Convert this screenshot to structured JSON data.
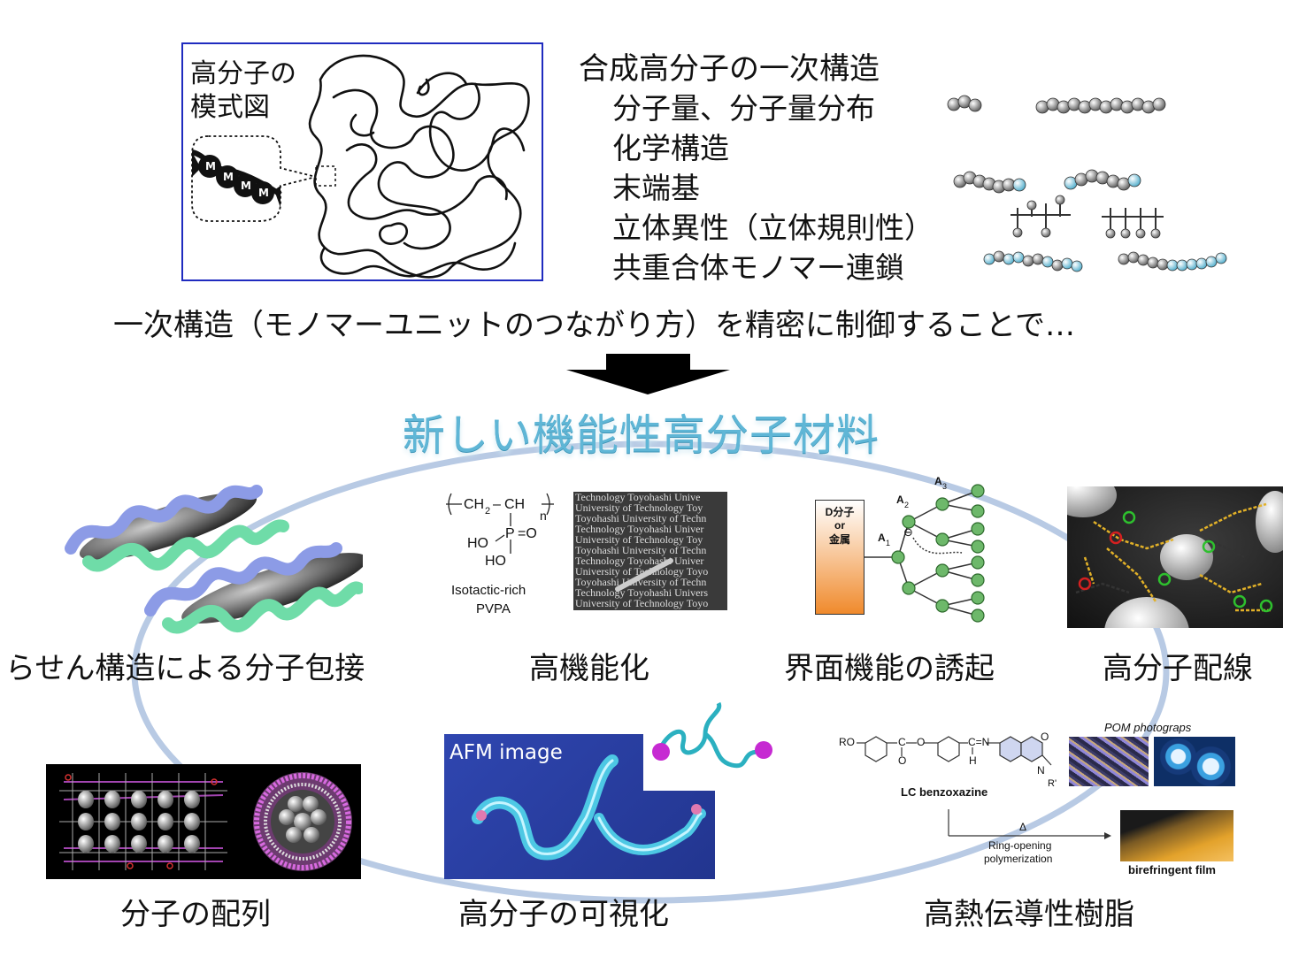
{
  "model_box": {
    "label_line1": "高分子の",
    "label_line2": "模式図",
    "monomer_letter": "M"
  },
  "primary_structure": {
    "heading": "合成高分子の一次構造",
    "items": [
      "分子量、分子量分布",
      "化学構造",
      "末端基",
      "立体異性（立体規則性）",
      "共重合体モノマー連鎖"
    ]
  },
  "control_statement": "一次構造（モノマーユニットのつながり方）を精密に制御することで…",
  "main_title": "新しい機能性高分子材料",
  "applications": {
    "helix": {
      "caption": "らせん構造による分子包接"
    },
    "pvpa": {
      "caption": "高機能化",
      "formula_ch": "CH",
      "formula_sub2": "2",
      "formula_dash": "–",
      "formula_ch2": "CH",
      "formula_n": "n",
      "formula_p": "P",
      "formula_o": "=O",
      "formula_ho1": "HO",
      "formula_ho2": "HO",
      "name1": "Isotactic-rich",
      "name2": "PVPA",
      "film_text_rows": [
        "Technology Toyohashi Unive",
        "University of Technology Toy",
        "Toyohashi University of Techn",
        "Technology Toyohashi Univer",
        "University of Technology Toy",
        "Toyohashi University of Techn",
        "Technology Toyohashi Univer",
        "University of Technology Toyo",
        "Toyohashi University of Techn",
        "Technology Toyohashi Univers",
        "University of Technology Toyo"
      ]
    },
    "interface": {
      "caption": "界面機能の誘起",
      "box_line1": "D分子",
      "box_line2": "or",
      "box_line3": "金属",
      "a1": "A",
      "a1_sub": "1",
      "a2": "A",
      "a2_sub": "2",
      "a3": "A",
      "a3_sub": "3",
      "charge": "⊖"
    },
    "wiring": {
      "caption": "高分子配線"
    },
    "array": {
      "caption": "分子の配列"
    },
    "afm": {
      "caption": "高分子の可視化",
      "image_label": "AFM image"
    },
    "thermal": {
      "caption": "高熱伝導性樹脂",
      "ro": "RO",
      "c_label": "C",
      "o_label": "O",
      "o2": "O",
      "cn": "C=N",
      "h": "H",
      "o3": "O",
      "n": "N",
      "r": "R'",
      "compound": "LC benzoxazine",
      "pom_label": "POM photograps",
      "delta": "Δ",
      "reaction1": "Ring-opening",
      "reaction2": "polymerization",
      "film_label": "birefringent film"
    }
  },
  "colors": {
    "title_blue": "#5fb6d6",
    "ellipse": "#b6c8e2",
    "box_border": "#1f2bbf",
    "helix_blue": "#8c9be6",
    "helix_green": "#6fdca8",
    "afm_bg": "#2a3fa0",
    "orange": "#f08a2c"
  }
}
